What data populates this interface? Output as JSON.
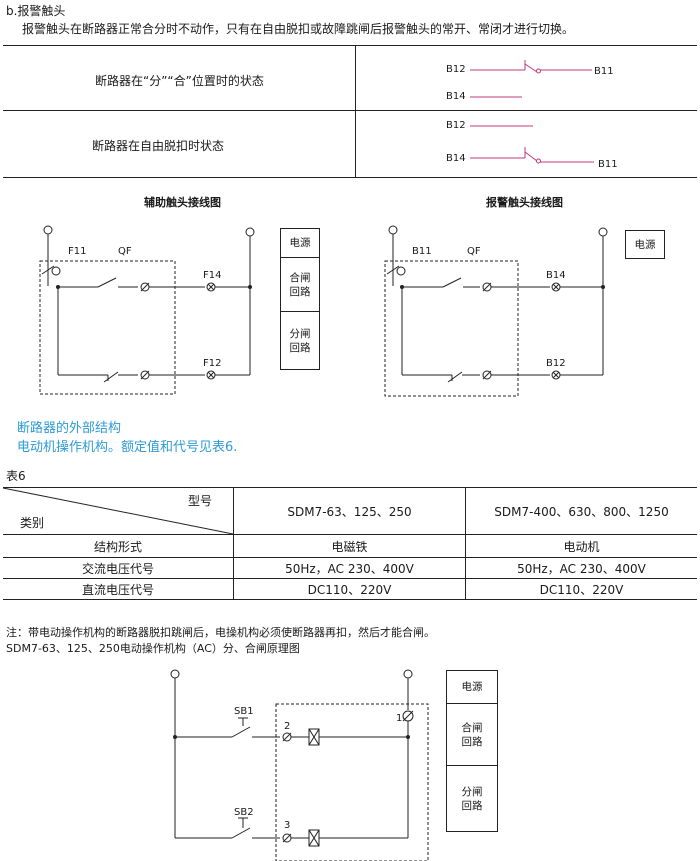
{
  "section_heading": "b.报警触头",
  "intro_text": "报警触头在断路器正常合分时不动作，只有在自由脱扣或故障跳闸后报警触头的常开、常闭才进行切换。",
  "state_table": {
    "rows": [
      {
        "label": "断路器在“分”“合”位置时的状态",
        "top_left": "B12",
        "top_right": "B11",
        "bottom_left": "B14"
      },
      {
        "label": "断路器在自由脱扣时状态",
        "top_left": "B12",
        "bottom_left": "B14",
        "bottom_right": "B11"
      }
    ]
  },
  "aux_diagram": {
    "title": "辅助触头接线图",
    "labels": {
      "f11": "F11",
      "qf": "QF",
      "f14": "F14",
      "f12": "F12"
    },
    "legend": [
      "电源",
      "合闸\n回路",
      "分闸\n回路"
    ]
  },
  "alarm_diagram": {
    "title": "报警触头接线图",
    "labels": {
      "b11": "B11",
      "qf": "QF",
      "b14": "B14",
      "b12": "B12"
    },
    "legend": [
      "电源"
    ]
  },
  "blue_lines": [
    "断路器的外部结构",
    "电动机操作机构。额定值和代号见表6."
  ],
  "table6": {
    "caption": "表6",
    "header_model": "型号",
    "header_category": "类别",
    "columns": [
      "SDM7-63、125、250",
      "SDM7-400、630、800、1250"
    ],
    "rows": [
      {
        "label": "结构形式",
        "values": [
          "电磁铁",
          "电动机"
        ]
      },
      {
        "label": "交流电压代号",
        "values": [
          "50Hz，AC 230、400V",
          "50Hz，AC 230、400V"
        ]
      },
      {
        "label": "直流电压代号",
        "values": [
          "DC110、220V",
          "DC110、220V"
        ]
      }
    ]
  },
  "note_lines": [
    "注：带电动操作机构的断路器脱扣跳闸后，电操机构必须使断路器再扣，然后才能合闸。",
    "SDM7-63、125、250电动操作机构（AC）分、合闸原理图"
  ],
  "motor_diagram": {
    "labels": {
      "sb1": "SB1",
      "sb2": "SB2",
      "n1": "1",
      "n2": "2",
      "n3": "3"
    },
    "legend": [
      "电源",
      "合闸\n回路",
      "分闸\n回路"
    ]
  }
}
